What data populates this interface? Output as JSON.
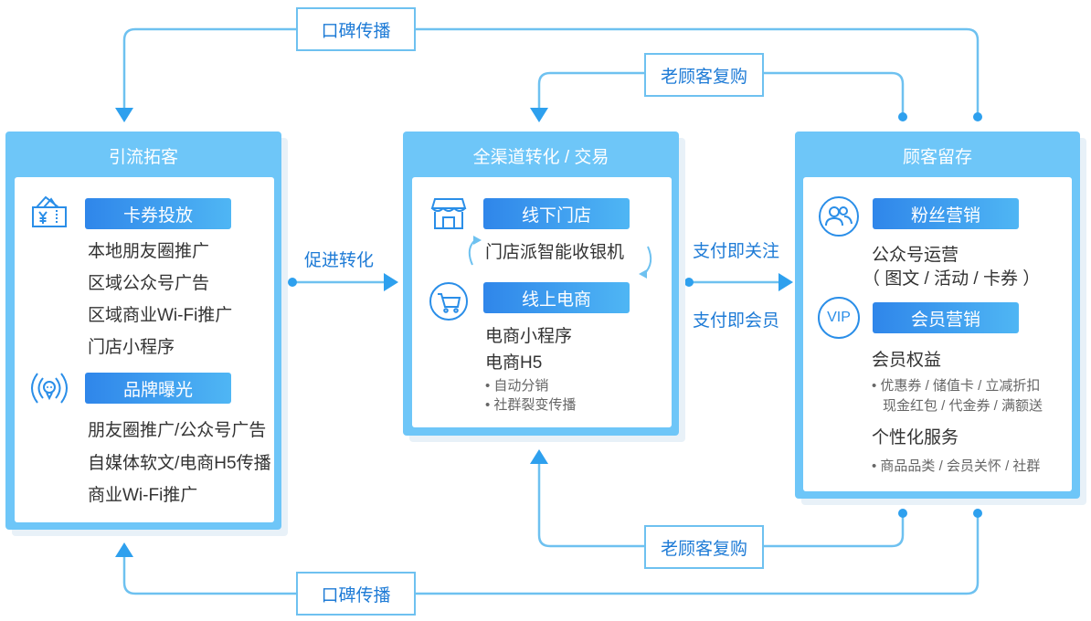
{
  "colors": {
    "panel": "#6ec6f8",
    "pill_start": "#2f86ea",
    "pill_end": "#4fb6f4",
    "connector": "#6ec1f0",
    "arrowhead": "#2ea0ee",
    "label_text": "#1e7bd6"
  },
  "top_loop": {
    "label": "口碑传播"
  },
  "bottom_loop": {
    "label": "口碑传播"
  },
  "top_repurchase": {
    "label": "老顾客复购"
  },
  "bottom_repurchase": {
    "label": "老顾客复购"
  },
  "connector_left": {
    "label": "促进转化"
  },
  "connector_right": {
    "top_label": "支付即关注",
    "bottom_label": "支付即会员"
  },
  "acquire_panel": {
    "title": "引流拓客",
    "coupon": {
      "icon": "ticket-icon",
      "title": "卡券投放",
      "items": [
        "本地朋友圈推广",
        "区域公众号广告",
        "区域商业Wi-Fi推广",
        "门店小程序"
      ]
    },
    "brand": {
      "icon": "broadcast-icon",
      "title": "品牌曝光",
      "items": [
        "朋友圈推广/公众号广告",
        "自媒体软文/电商H5传播",
        "商业Wi-Fi推广"
      ]
    }
  },
  "convert_panel": {
    "title": "全渠道转化 / 交易",
    "offline": {
      "icon": "store-icon",
      "title": "线下门店",
      "desc": "门店派智能收银机"
    },
    "online": {
      "icon": "cart-icon",
      "title": "线上电商",
      "items": [
        "电商小程序",
        "电商H5"
      ],
      "sub_items": [
        "自动分销",
        "社群裂变传播"
      ]
    }
  },
  "retain_panel": {
    "title": "顾客留存",
    "fans": {
      "icon": "users-icon",
      "title": "粉丝营销",
      "line1": "公众号运营",
      "line2": "（ 图文 / 活动 / 卡券 ）"
    },
    "member": {
      "icon": "vip-icon",
      "icon_text": "VIP",
      "title": "会员营销",
      "rights_title": "会员权益",
      "rights_line1": "优惠券 / 储值卡 / 立减折扣",
      "rights_line2": "现金红包 / 代金券 / 满额送",
      "service_title": "个性化服务",
      "service_line": "商品品类 / 会员关怀 / 社群"
    }
  }
}
